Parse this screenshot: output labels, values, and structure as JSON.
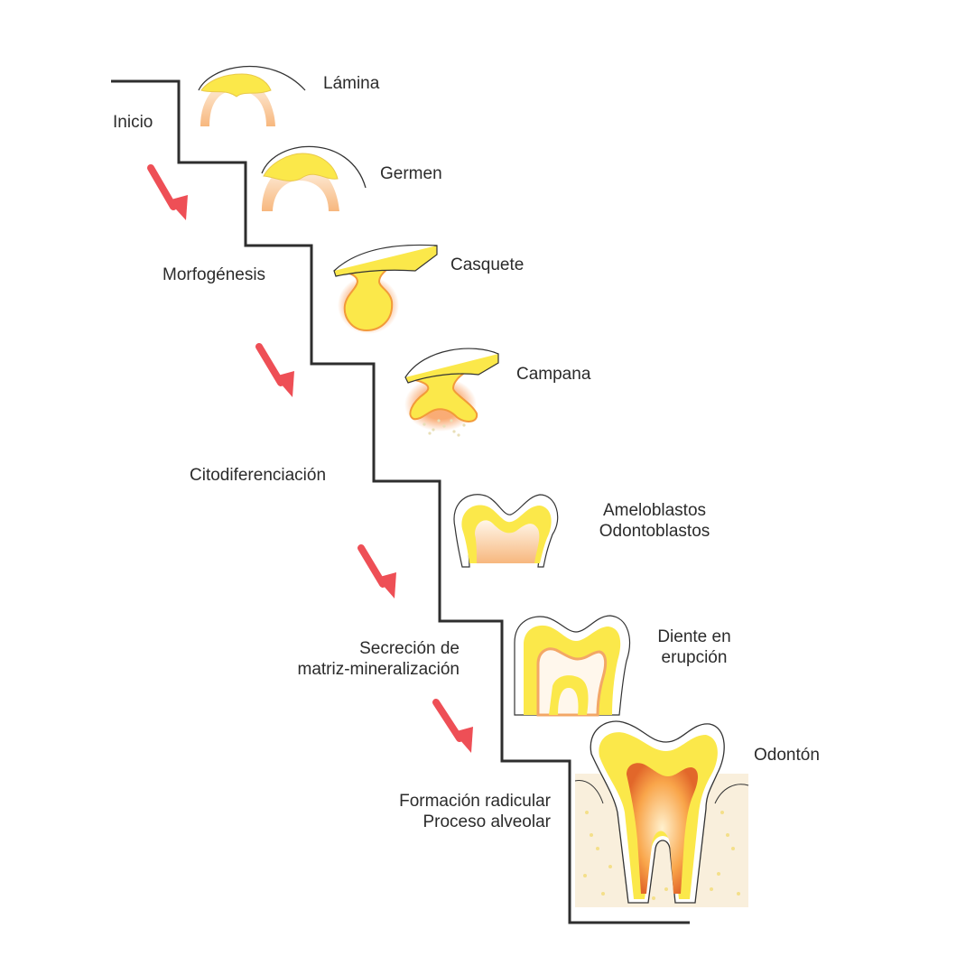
{
  "diagram": {
    "phases": [
      {
        "id": "inicio",
        "lines": [
          "Inicio"
        ]
      },
      {
        "id": "morfogenesis",
        "lines": [
          "Morfogénesis"
        ]
      },
      {
        "id": "citodiferenciacion",
        "lines": [
          "Citodiferenciación"
        ]
      },
      {
        "id": "secrecion",
        "lines": [
          "Secreción de",
          "matriz-mineralización"
        ]
      },
      {
        "id": "formacion",
        "lines": [
          "Formación radicular",
          "Proceso alveolar"
        ]
      }
    ],
    "stages": [
      {
        "id": "lamina",
        "lines": [
          "Lámina"
        ]
      },
      {
        "id": "germen",
        "lines": [
          "Germen"
        ]
      },
      {
        "id": "casquete",
        "lines": [
          "Casquete"
        ]
      },
      {
        "id": "campana",
        "lines": [
          "Campana"
        ]
      },
      {
        "id": "diferenciacion",
        "lines": [
          "Ameloblastos",
          "Odontoblastos"
        ]
      },
      {
        "id": "erupcion",
        "lines": [
          "Diente en",
          "erupción"
        ]
      },
      {
        "id": "odonton",
        "lines": [
          "Odontón"
        ]
      }
    ],
    "colors": {
      "yellow": "#fbe84a",
      "orange": "#f08a2a",
      "peach": "#f9c98f",
      "arrow": "#ee4f56",
      "line": "#2e2e2e",
      "bone": "#f6ead8"
    }
  }
}
